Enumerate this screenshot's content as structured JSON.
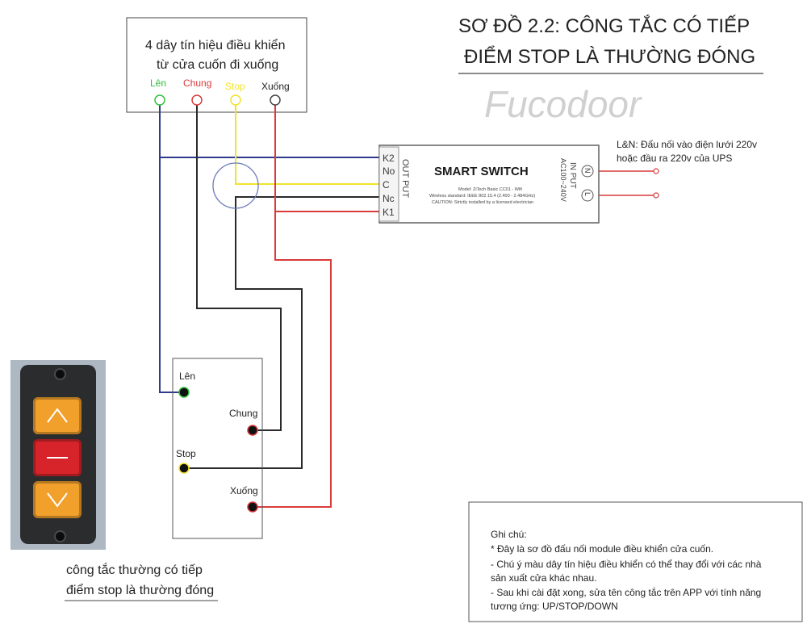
{
  "title": {
    "line1": "SƠ ĐỒ 2.2: CÔNG TẮC CÓ TIẾP",
    "line2": "ĐIỂM STOP LÀ THƯỜNG ĐÓNG"
  },
  "watermark": "Fucodoor",
  "signal_box": {
    "line1": "4 dây tín hiệu điều khiển",
    "line2": "từ cửa cuốn đi xuống",
    "terminals": [
      "Lên",
      "Chung",
      "Stop",
      "Xuống"
    ]
  },
  "module": {
    "name": "SMART SWITCH",
    "model": "Model: ZiTech Basic CC01 - Wifi",
    "wireless": "Wireless standard: IEEE 802.15.4 (2.400 - 2.484GHz)",
    "caution": "CAUTION: Strictly installed by a licensed electrician",
    "output_label": "OUT PUT",
    "input_label": "IN PUT",
    "voltage": "AC100~240V",
    "terminals_out": [
      "K2",
      "No",
      "C",
      "Nc",
      "K1"
    ],
    "terminals_in": [
      "N",
      "L"
    ]
  },
  "power_note": {
    "line1": "L&N: Đấu nối vào điện lưới 220v",
    "line2": "hoặc đầu ra 220v của UPS"
  },
  "switch_box": {
    "terminals": [
      "Lên",
      "Chung",
      "Stop",
      "Xuống"
    ]
  },
  "keypad_caption": {
    "line1": "công tắc thường có tiếp",
    "line2": "điểm stop là thường đóng"
  },
  "notes": {
    "heading": "Ghi chú:",
    "lines": [
      "* Đây là sơ đồ đấu nối module điều khiển cửa cuốn.",
      "- Chú ý màu dây tín hiệu điều khiển có thể thay đổi với các nhà",
      "sản xuất cửa khác nhau.",
      "- Sau khi cài đặt xong, sửa tên công tắc trên APP với tính năng",
      "tương ứng: UP/STOP/DOWN"
    ]
  },
  "colors": {
    "up_wire": "#2e3a8c",
    "common_wire": "#2a2a2a",
    "stop_wire": "#f0e32a",
    "down_wire": "#d93a3a",
    "up_label": "#2fbf3b",
    "common_label": "#d93a3a",
    "stop_label": "#f0e32a"
  },
  "icons": {
    "up_button": "chevron-up-icon",
    "stop_button": "stop-dash-icon",
    "down_button": "chevron-down-icon"
  }
}
